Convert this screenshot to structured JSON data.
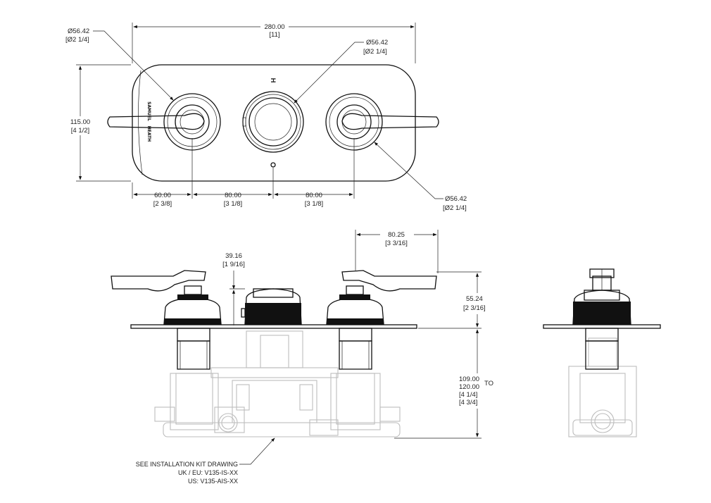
{
  "labels": {
    "width_mm": "280.00",
    "width_in": "[11]",
    "height_mm": "115.00",
    "height_in": "[4 1/2]",
    "dia_mm": "Ø56.42",
    "dia_in": "[Ø2 1/4]",
    "spacing1_mm": "60.00",
    "spacing1_in": "[2 3/8]",
    "spacing2_mm": "80.00",
    "spacing2_in": "[3 1/8]",
    "spacing3_mm": "80.00",
    "spacing3_in": "[3 1/8]",
    "projection_mm": "39.16",
    "projection_in": "[1 9/16]",
    "lever_mm": "80.25",
    "lever_in": "[3 3/16]",
    "overall_mm": "55.24",
    "overall_in": "[2 3/16]",
    "depth_min_mm": "109.00",
    "depth_max_mm": "120.00",
    "depth_to": "TO",
    "depth_min_in": "[4 1/4]",
    "depth_max_in": "[4 3/4]",
    "hot_mark": "H",
    "brand_top": "SAMUEL",
    "brand_bottom": "HEATH"
  },
  "notes": {
    "line1": "SEE INSTALLATION KIT DRAWING",
    "line2": "UK / EU: V135-IS-XX",
    "line3": "US: V135-AIS-XX"
  }
}
